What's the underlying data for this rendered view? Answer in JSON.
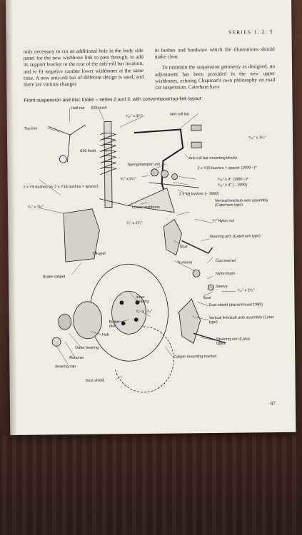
{
  "running_head": "SERIES 1, 2, 3",
  "left_column": "only necessary to cut an additional hole in the body side panel for the new wishbone link to pass through, to add its support bracket to the rear of the anti-roll bar location, and to fit negative camber lower wishbones at the same time. A new anti-roll bar of different design is used, and there are various changes",
  "right_column_p1": "in bushes and hardware which the illustrations should make clear.",
  "right_column_p2": "To maintain the suspension geometry as designed, no adjustment has been provided in the new upper wishbones, echoing Chapman's own philosophy on road car suspension. Caterham have",
  "figure_caption": "Front suspension and disc brake – series 2 and 3, with conventional top-link layout",
  "page_number": "87",
  "labels": {
    "half_nut": "Half nut",
    "bush_636_top": "636 bush",
    "top_link": "Top link",
    "bolt_5_16_3_1_2": "⁵⁄₁₆\" x 3¹⁄₂\"",
    "anti_roll_bar": "Anti-roll bar",
    "bolt_5_16_1_1_2": "⁵⁄₁₆\" x 1¹⁄₂\"",
    "bush_636": "636 bush",
    "arb_blocks": "Anti-roll bar mounting blocks",
    "spring_damper": "Spring/damper unit",
    "y16_spacer": "2 x Y16 bushes + spacer (1990 –)*",
    "bolt_3_8_3_1_2": "³⁄₈\" x 3¹⁄₂\"",
    "bolt_5_16_4": "⁵⁄₁₆\" x 4\" (1990 –)*",
    "bolt_5_16_4_b": "⁵⁄₁₆\" x 4\" (– 1990)",
    "y9_pre1990": "2 x Y9 bushes (– 1990)",
    "y9_or_y16": "2 x Y9 bushes (or 2 x Y16 bushes + spacer)",
    "bolt_3_8_1_1_2": "³⁄₈\" x 1¹⁄₂\"",
    "vertical_link_caterham": "Vertical link/stub axle assembly (Caterham type)",
    "lower_wishbone": "Lower wishbone",
    "nyloc_nut": "¹⁄₂\" Nyloc nut",
    "bolt_1_2_2_1_2": "¹⁄₂\" x 2¹⁄₂\"",
    "steering_arm_caterham": "Steering arm (Caterham type)",
    "seal_top": "Seal",
    "oil_seal": "Oil seal",
    "trunnion": "Trunnion",
    "cup_washer": "Cup washer",
    "brake_caliper": "Brake caliper",
    "nylon_bush": "Nylon bush",
    "sleeve": "Sleeve",
    "inner_bearing": "Inner bearing",
    "seal_lower": "Seal",
    "bolt_7_16_2_1_4": "⁷⁄₁₆\" x 2¹⁄₄\"",
    "bolt_3_8_1_3_4": "³⁄₈\" x 1³⁄₄\"",
    "dust_shield_disc": "Dust shield (discontinued 1989)",
    "brake_disc": "Brake disc",
    "vertical_link_lotus": "Vertical link/stub axle assembly (Lotus type)",
    "hub": "Hub",
    "outer_bearing": "Outer bearing",
    "steering_arm_lotus": "Steering arm (Lotus type)",
    "retainer": "Retainer",
    "caliper_bracket": "Caliper mounting bracket",
    "bearing_cap": "Bearing cap",
    "dust_shield": "Dust shield"
  }
}
